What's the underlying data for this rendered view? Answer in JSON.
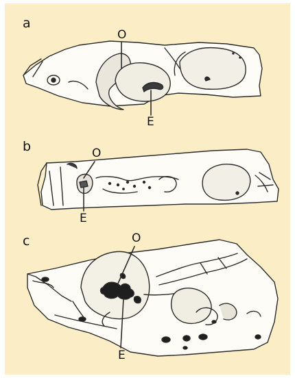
{
  "figure": {
    "background_color": "#fbeec7",
    "panels": [
      {
        "id": "a",
        "label": "a",
        "markers": [
          {
            "text": "O"
          },
          {
            "text": "E"
          }
        ]
      },
      {
        "id": "b",
        "label": "b",
        "markers": [
          {
            "text": "O"
          },
          {
            "text": "E"
          }
        ]
      },
      {
        "id": "c",
        "label": "c",
        "markers": [
          {
            "text": "O"
          },
          {
            "text": "E"
          }
        ]
      }
    ]
  }
}
